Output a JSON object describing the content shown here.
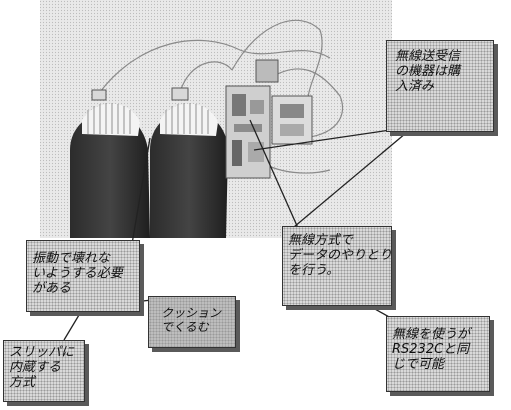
{
  "image": {
    "subject": "slipper-photo"
  },
  "callouts": {
    "wireless_bought": "無線送受信\nの機器は購\n入済み",
    "wireless_data": "無線方式で\nデータのやりとり\nを行う。",
    "vibration": "振動で壊れな\nいようする必要\nがある",
    "cushion": "クッション\nでくるむ",
    "slipper": "スリッパに\n内蔵する\n方式",
    "rs232": "無線を使うが\nRS232Cと同\nじで可能"
  }
}
